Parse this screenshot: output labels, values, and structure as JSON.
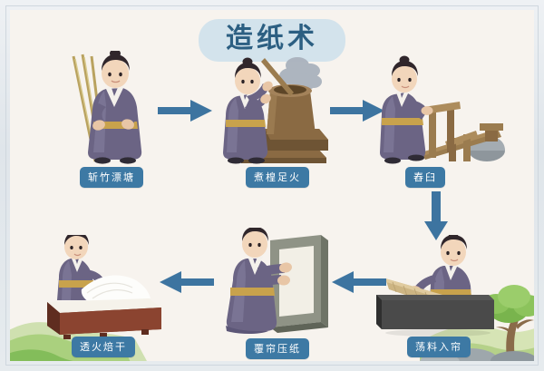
{
  "page": {
    "title": "造纸术",
    "background_color": "#f7f3ee",
    "frame_color": "#dfe5ea",
    "title_pill_color": "#d3e3ec",
    "title_text_color": "#2c5f82",
    "label_bg_color": "#3d79a4",
    "label_text_color": "#ffffff",
    "arrow_color": "#3d74a0"
  },
  "steps": [
    {
      "index": 1,
      "label": "斩竹漂塘",
      "icon": "person-carrying-bamboo-icon",
      "description": "人物手持竹竿"
    },
    {
      "index": 2,
      "label": "煮楻足火",
      "icon": "person-boiling-vat-icon",
      "description": "人物搅拌冒蒸汽的大锅"
    },
    {
      "index": 3,
      "label": "舂臼",
      "icon": "person-treadle-pestle-icon",
      "description": "人物操作脚踏舂臼"
    },
    {
      "index": 4,
      "label": "荡料入帘",
      "icon": "person-dipping-mould-icon",
      "description": "人物在纸槽中抄纸"
    },
    {
      "index": 5,
      "label": "覆帘压纸",
      "icon": "person-pressing-paper-icon",
      "description": "人物将纸覆压于板上"
    },
    {
      "index": 6,
      "label": "透火焙干",
      "icon": "person-drying-paper-icon",
      "description": "人物在焙墙上烘干纸张"
    }
  ],
  "arrows": [
    {
      "name": "arrow-step1-to-step2",
      "direction": "right"
    },
    {
      "name": "arrow-step2-to-step3",
      "direction": "right"
    },
    {
      "name": "arrow-step3-to-step4",
      "direction": "down"
    },
    {
      "name": "arrow-step4-to-step5",
      "direction": "left"
    },
    {
      "name": "arrow-step5-to-step6",
      "direction": "left"
    }
  ],
  "decorations": [
    {
      "name": "green-hills-decoration",
      "position": "bottom-left"
    },
    {
      "name": "tree-and-rocks-decoration",
      "position": "bottom-right"
    }
  ]
}
